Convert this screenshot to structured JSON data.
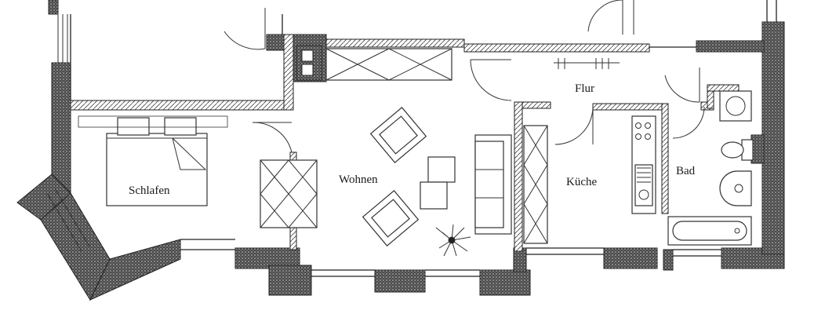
{
  "plan": {
    "colors": {
      "wall_fill": "#3c3c3c",
      "wall_stipple": "#bdbdbd",
      "line": "#222222"
    },
    "rooms": [
      {
        "id": "schlafen",
        "label": "Schlafen"
      },
      {
        "id": "wohnen",
        "label": "Wohnen"
      },
      {
        "id": "flur",
        "label": "Flur"
      },
      {
        "id": "kueche",
        "label": "Küche"
      },
      {
        "id": "bad",
        "label": "Bad"
      }
    ]
  }
}
